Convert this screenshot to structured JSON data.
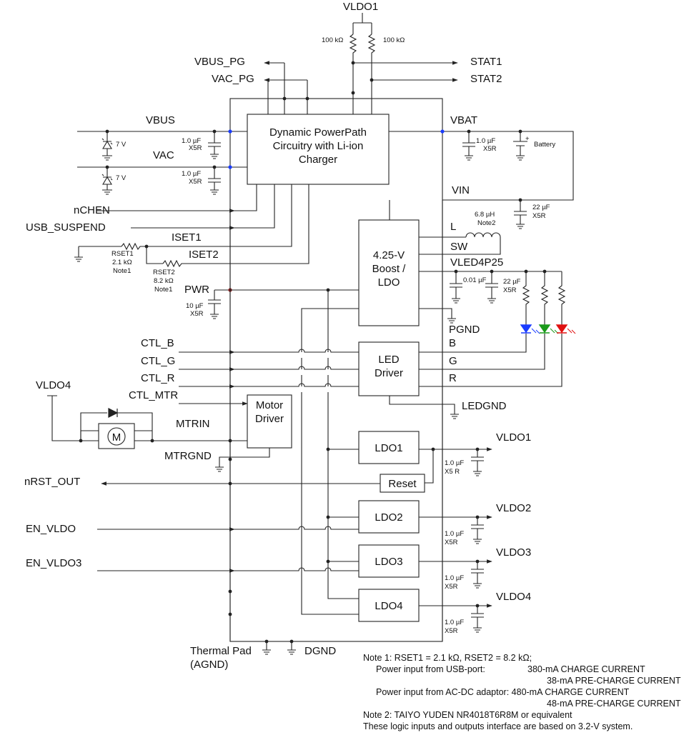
{
  "diagram": {
    "top_supply": "VLDO1",
    "resistor_value": "100 kΩ",
    "core_block": [
      "Dynamic PowerPath",
      "Circuitry with Li-ion",
      "Charger"
    ],
    "boost_block": [
      "4.25-V",
      "Boost /",
      "LDO"
    ],
    "led_block": [
      "LED",
      "Driver"
    ],
    "motor_block": [
      "Motor",
      "Driver"
    ],
    "ldo_blocks": [
      "LDO1",
      "LDO2",
      "LDO3",
      "LDO4"
    ],
    "reset_block": "Reset",
    "left_signals": {
      "vbus_pg": "VBUS_PG",
      "vac_pg": "VAC_PG",
      "vbus": "VBUS",
      "vac": "VAC",
      "nchen": "nCHEN",
      "usb_suspend": "USB_SUSPEND",
      "iset1": "ISET1",
      "iset2": "ISET2",
      "pwr": "PWR",
      "ctl_b": "CTL_B",
      "ctl_g": "CTL_G",
      "ctl_r": "CTL_R",
      "ctl_mtr": "CTL_MTR",
      "vldo4": "VLDO4",
      "mtrin": "MTRIN",
      "mtrgnd": "MTRGND",
      "nrst_out": "nRST_OUT",
      "en_vldo": "EN_VLDO",
      "en_vldo3": "EN_VLDO3",
      "thermal1": "Thermal Pad",
      "thermal2": "(AGND)",
      "dgnd": "DGND",
      "motor": "M"
    },
    "right_signals": {
      "stat1": "STAT1",
      "stat2": "STAT2",
      "vbat": "VBAT",
      "battery": "Battery",
      "vin": "VIN",
      "l": "L",
      "sw": "SW",
      "vled": "VLED4P25",
      "pgnd": "PGND",
      "b": "B",
      "g": "G",
      "r": "R",
      "ledgnd": "LEDGND",
      "vldo1": "VLDO1",
      "vldo2": "VLDO2",
      "vldo3": "VLDO3",
      "vldo4": "VLDO4"
    },
    "components": {
      "zener": "7 V",
      "cap_1u": "1.0 µF",
      "x5r": "X5R",
      "x5r_spaced": "X5 R",
      "cap_22u": "22 µF",
      "cap_10u": "10 µF",
      "cap_001u": "0.01 µF",
      "inductor": "6.8 µH",
      "inductor_note": "Note2",
      "rset1": "RSET1",
      "rset1_val": "2.1 kΩ",
      "rset2": "RSET2",
      "rset2_val": "8.2 kΩ",
      "note1": "Note1"
    },
    "notes": [
      "Note 1:  RSET1 = 2.1 kΩ, RSET2 = 8.2 kΩ;",
      "Power input from USB-port:",
      "380-mA CHARGE CURRENT",
      "38-mA PRE-CHARGE CURRENT",
      "Power input from AC-DC adaptor:  480-mA CHARGE CURRENT",
      "48-mA PRE-CHARGE CURRENT",
      "Note 2:  TAIYO YUDEN   NR4018T6R8M or equivalent",
      "These logic inputs and outputs interface are based on 3.2-V system."
    ],
    "colors": {
      "vbus_node": "#1a3cff",
      "pwr_node": "#8b1a1a",
      "led_blue": "#1a3cff",
      "led_green": "#1a9a1a",
      "led_red": "#e01010"
    }
  }
}
